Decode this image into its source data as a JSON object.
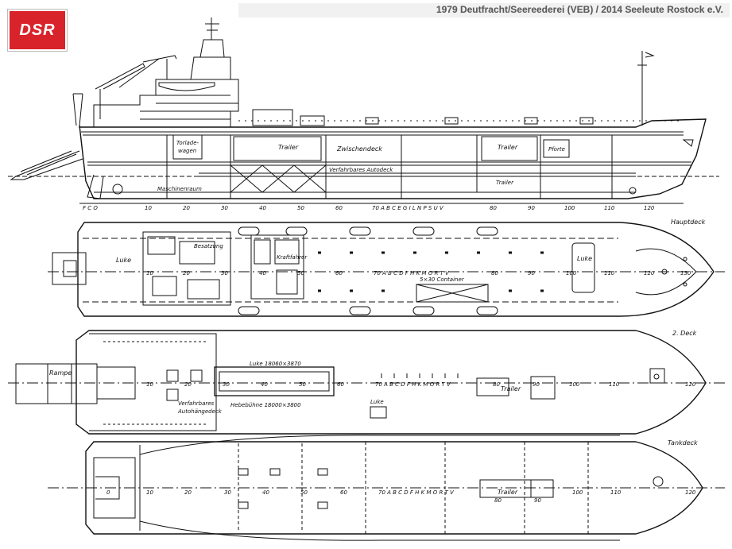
{
  "header": {
    "logo_text": "DSR",
    "credit": "1979 Deutfracht/Seereederei (VEB) / 2014 Seeleute Rostock e.V."
  },
  "colors": {
    "logo_red": "#d9232a",
    "line": "#111111",
    "credit_gray": "#5a5a5a"
  },
  "profile": {
    "labels": {
      "torlade": "Torlade-",
      "wagen": "wagen",
      "trailer_a": "Trailer",
      "zwischendeck": "Zwischendeck",
      "trailer_b": "Trailer",
      "pforte": "Pforte",
      "autodeck": "Verfahrbares Autodeck",
      "maschinenraum": "Maschinenraum",
      "trailer_c": "Trailer"
    },
    "frames": [
      "10",
      "20",
      "30",
      "40",
      "50",
      "60",
      "70 A B C E G I L N P S U V",
      "80",
      "90",
      "100",
      "110",
      "120"
    ],
    "stern_letters": "F C O"
  },
  "hauptdeck": {
    "title": "Hauptdeck",
    "labels": {
      "luke_aft": "Luke",
      "messtrunq": "Besatzung",
      "kraftfahrer": "Kraftfahrer",
      "container": "5×30 Container",
      "luke_fwd": "Luke"
    },
    "frames": [
      "10",
      "20",
      "30",
      "40",
      "50",
      "60",
      "70 A B C D F H K M O R T V",
      "80",
      "90",
      "100",
      "110",
      "120",
      "130"
    ]
  },
  "deck2": {
    "title": "2. Deck",
    "labels": {
      "rampe": "Rampe",
      "luke_dims": "Luke 18060×3870",
      "hebebuhne": "Hebebühne 18000×3800",
      "autohangedeck_1": "Verfahrbares",
      "autohangedeck_2": "Autohängedeck",
      "luke": "Luke",
      "trailer": "Trailer"
    },
    "frames": [
      "10",
      "20",
      "30",
      "40",
      "50",
      "60",
      "70 A B C D F H K M O R T V",
      "80",
      "90",
      "100",
      "110",
      "120"
    ]
  },
  "tankdeck": {
    "title": "Tankdeck",
    "labels": {
      "trailer": "Trailer"
    },
    "frames": [
      "0",
      "10",
      "20",
      "30",
      "40",
      "50",
      "60",
      "70 A B C D F H K M O R T V",
      "80",
      "90",
      "100",
      "110",
      "120"
    ]
  }
}
